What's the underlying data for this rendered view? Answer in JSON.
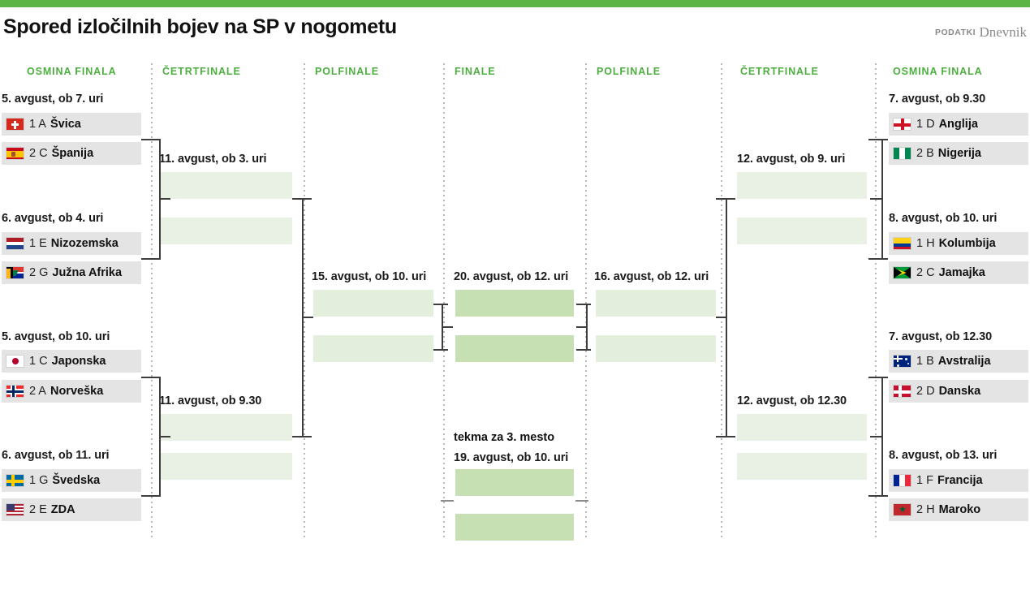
{
  "page": {
    "title": "Spored izločilnih bojev na SP v nogometu",
    "credit_kicker": "PODATKI",
    "credit_source": "Dnevnik",
    "accent_green": "#5cb446",
    "header_green": "#4caf3f",
    "row_gray": "#e4e4e4",
    "qf_box": "#e8f1e3",
    "sf_box": "#e3eedc",
    "final_box": "#c6e0b4"
  },
  "columns": [
    {
      "id": "r16-left",
      "label": "OSMINA FINALA"
    },
    {
      "id": "qf-left",
      "label": "ČETRTFINALE"
    },
    {
      "id": "sf-left",
      "label": "POLFINALE"
    },
    {
      "id": "final",
      "label": "FINALE"
    },
    {
      "id": "sf-right",
      "label": "POLFINALE"
    },
    {
      "id": "qf-right",
      "label": "ČETRTFINALE"
    },
    {
      "id": "r16-right",
      "label": "OSMINA FINALA"
    }
  ],
  "round_of_16": {
    "left": [
      {
        "date": "5. avgust, ob 7. uri",
        "teams": [
          {
            "seed": "1 A",
            "name": "Švica",
            "flag": "switzerland"
          },
          {
            "seed": "2 C",
            "name": "Španija",
            "flag": "spain"
          }
        ]
      },
      {
        "date": "6. avgust, ob 4. uri",
        "teams": [
          {
            "seed": "1 E",
            "name": "Nizozemska",
            "flag": "netherlands"
          },
          {
            "seed": "2 G",
            "name": "Južna Afrika",
            "flag": "southafrica"
          }
        ]
      },
      {
        "date": "5. avgust, ob 10. uri",
        "teams": [
          {
            "seed": "1 C",
            "name": "Japonska",
            "flag": "japan"
          },
          {
            "seed": "2 A",
            "name": "Norveška",
            "flag": "norway"
          }
        ]
      },
      {
        "date": "6. avgust, ob 11. uri",
        "teams": [
          {
            "seed": "1 G",
            "name": "Švedska",
            "flag": "sweden"
          },
          {
            "seed": "2 E",
            "name": "ZDA",
            "flag": "usa"
          }
        ]
      }
    ],
    "right": [
      {
        "date": "7. avgust, ob 9.30",
        "teams": [
          {
            "seed": "1 D",
            "name": "Anglija",
            "flag": "england"
          },
          {
            "seed": "2 B",
            "name": "Nigerija",
            "flag": "nigeria"
          }
        ]
      },
      {
        "date": "8. avgust, ob 10. uri",
        "teams": [
          {
            "seed": "1 H",
            "name": "Kolumbija",
            "flag": "colombia"
          },
          {
            "seed": "2 C",
            "name": "Jamajka",
            "flag": "jamaica"
          }
        ]
      },
      {
        "date": "7. avgust, ob 12.30",
        "teams": [
          {
            "seed": "1 B",
            "name": "Avstralija",
            "flag": "australia"
          },
          {
            "seed": "2 D",
            "name": "Danska",
            "flag": "denmark"
          }
        ]
      },
      {
        "date": "8. avgust, ob 13. uri",
        "teams": [
          {
            "seed": "1 F",
            "name": "Francija",
            "flag": "france"
          },
          {
            "seed": "2 H",
            "name": "Maroko",
            "flag": "morocco"
          }
        ]
      }
    ]
  },
  "quarterfinals": {
    "left": [
      {
        "date": "11. avgust, ob 3. uri"
      },
      {
        "date": "11. avgust, ob 9.30"
      }
    ],
    "right": [
      {
        "date": "12. avgust, ob 9. uri"
      },
      {
        "date": "12. avgust, ob 12.30"
      }
    ]
  },
  "semifinals": {
    "left": {
      "date": "15. avgust, ob 10. uri"
    },
    "right": {
      "date": "16. avgust, ob 12. uri"
    }
  },
  "final": {
    "date": "20. avgust, ob 12. uri"
  },
  "third_place": {
    "label": "tekma za 3. mesto",
    "date": "19. avgust, ob 10. uri"
  }
}
